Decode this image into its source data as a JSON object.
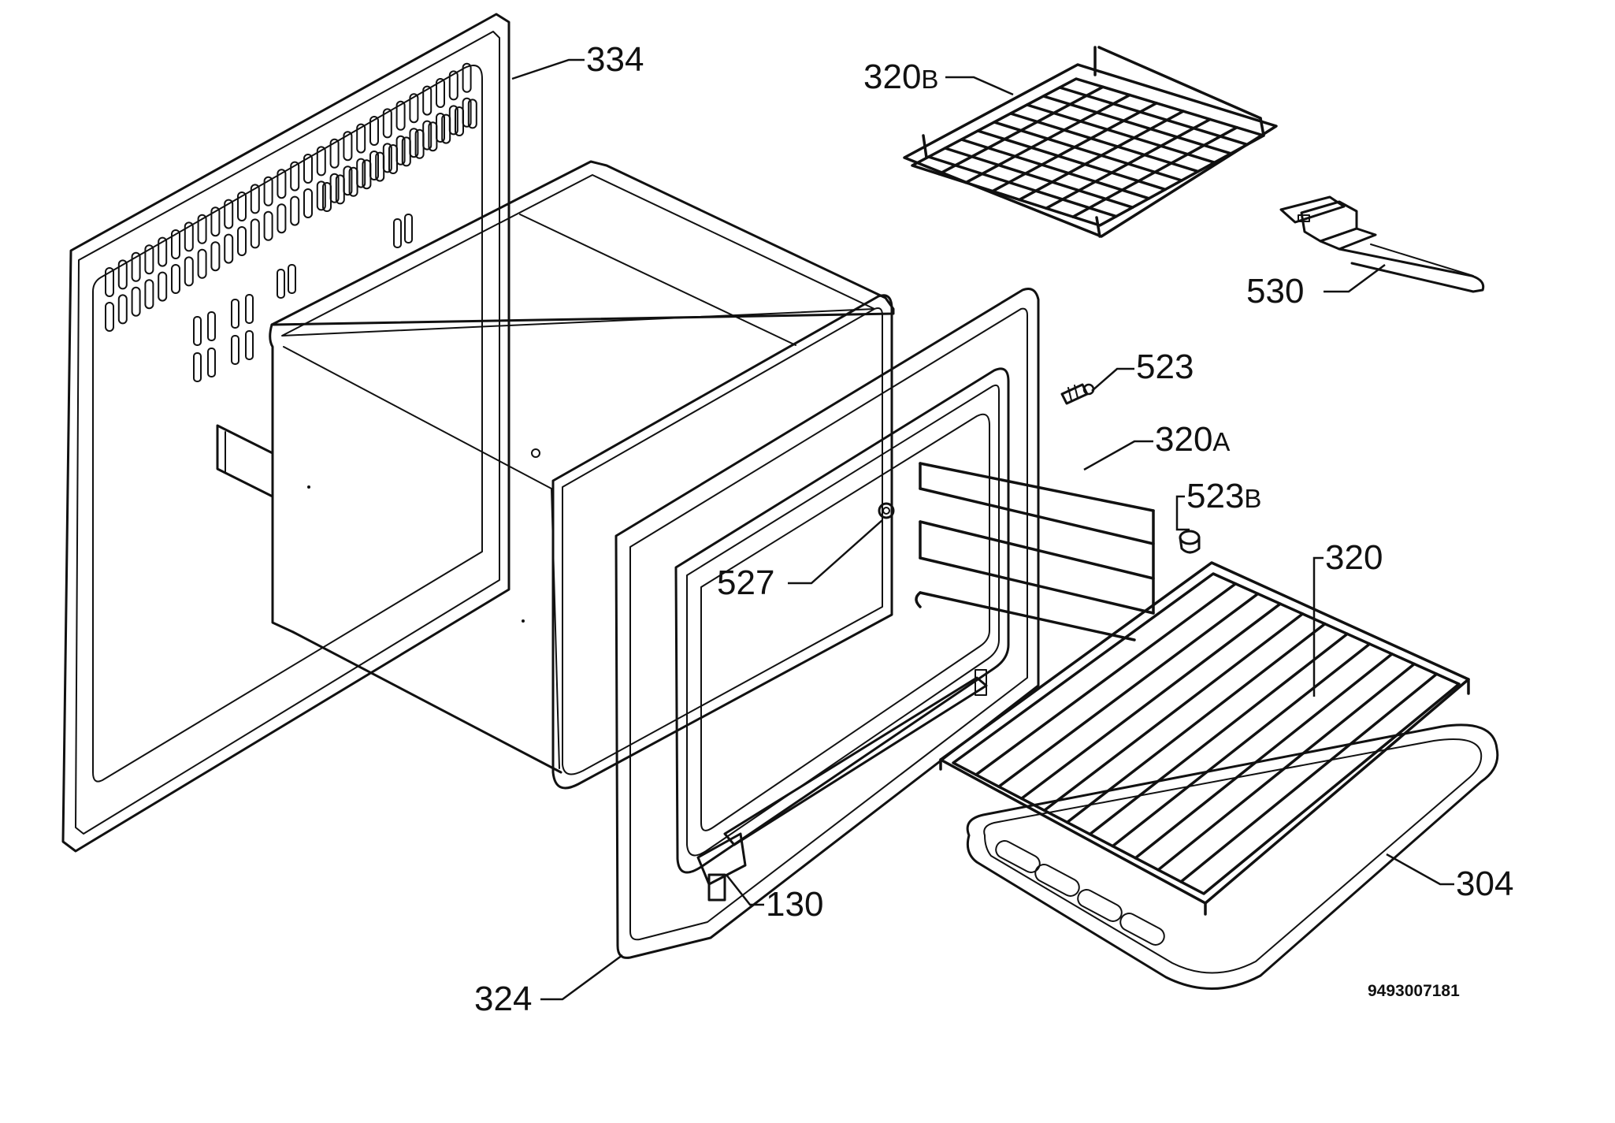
{
  "labels": {
    "rear_panel": "334",
    "rack_b": "320",
    "rack_b_suffix": "B",
    "handle": "530",
    "screw": "523",
    "side_rail": "320",
    "side_rail_suffix": "A",
    "cap": "523",
    "cap_suffix": "B",
    "shelf": "320",
    "bulb": "527",
    "gasket": "130",
    "front_frame": "324",
    "tray": "304"
  },
  "drawing_code": "9493007181"
}
